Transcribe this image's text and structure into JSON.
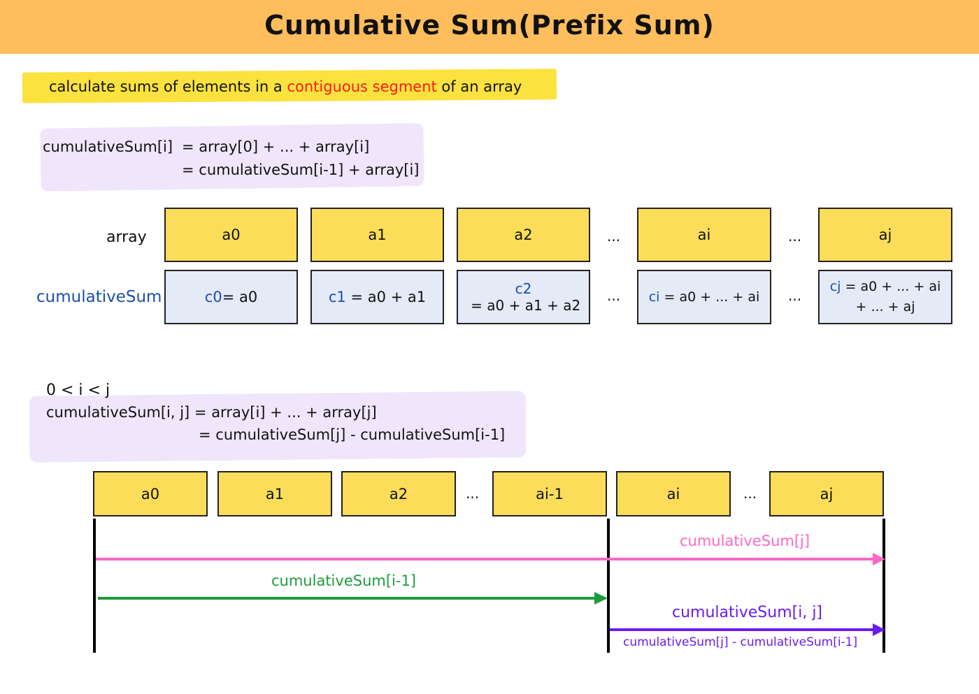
{
  "title": "Cumulative Sum(Prefix Sum)",
  "subtitle": {
    "before": "calculate sums of elements in a ",
    "highlight": "contiguous segment",
    "after": " of an array"
  },
  "formula1": {
    "lhs": "cumulativeSum[i]",
    "line1": "= array[0] + ... + array[i]",
    "line2": "= cumulativeSum[i-1] + array[i]"
  },
  "row_labels": {
    "array": "array",
    "cumulative": "cumulativeSum"
  },
  "array_cells": [
    "a0",
    "a1",
    "a2",
    "ai",
    "aj"
  ],
  "cumulative_cells": [
    {
      "c": "c0",
      "rest": "= a0"
    },
    {
      "c": "c1",
      "rest": " = a0 + a1"
    },
    {
      "c": "c2",
      "rest": " = a0 + a1 + a2"
    },
    {
      "c": "ci",
      "rest": " = a0 + ... + ai"
    },
    {
      "c": "cj",
      "rest": " = a0 + ... + ai + ... + aj"
    }
  ],
  "ellipsis": "...",
  "formula2": {
    "condition": "0 < i < j",
    "line1": "cumulativeSum[i, j] = array[i] + ... + array[j]",
    "line2": "= cumulativeSum[j] - cumulativeSum[i-1]"
  },
  "bottom_cells": [
    "a0",
    "a1",
    "a2",
    "ai-1",
    "ai",
    "aj"
  ],
  "arrows": {
    "cum_j": "cumulativeSum[j]",
    "cum_i_minus_1": "cumulativeSum[i-1]",
    "cum_ij": "cumulativeSum[i, j]",
    "cum_ij_formula": "cumulativeSum[j] - cumulativeSum[i-1]"
  },
  "colors": {
    "header": "#ffbd5c",
    "cell_yellow": "#fcdd5a",
    "cell_blue": "#e4eaf6",
    "pink": "#ff66c4",
    "green": "#1f9a3c",
    "purple": "#6a1bf0",
    "blue_text": "#1a4fae",
    "red_text": "#ff1a1a"
  }
}
